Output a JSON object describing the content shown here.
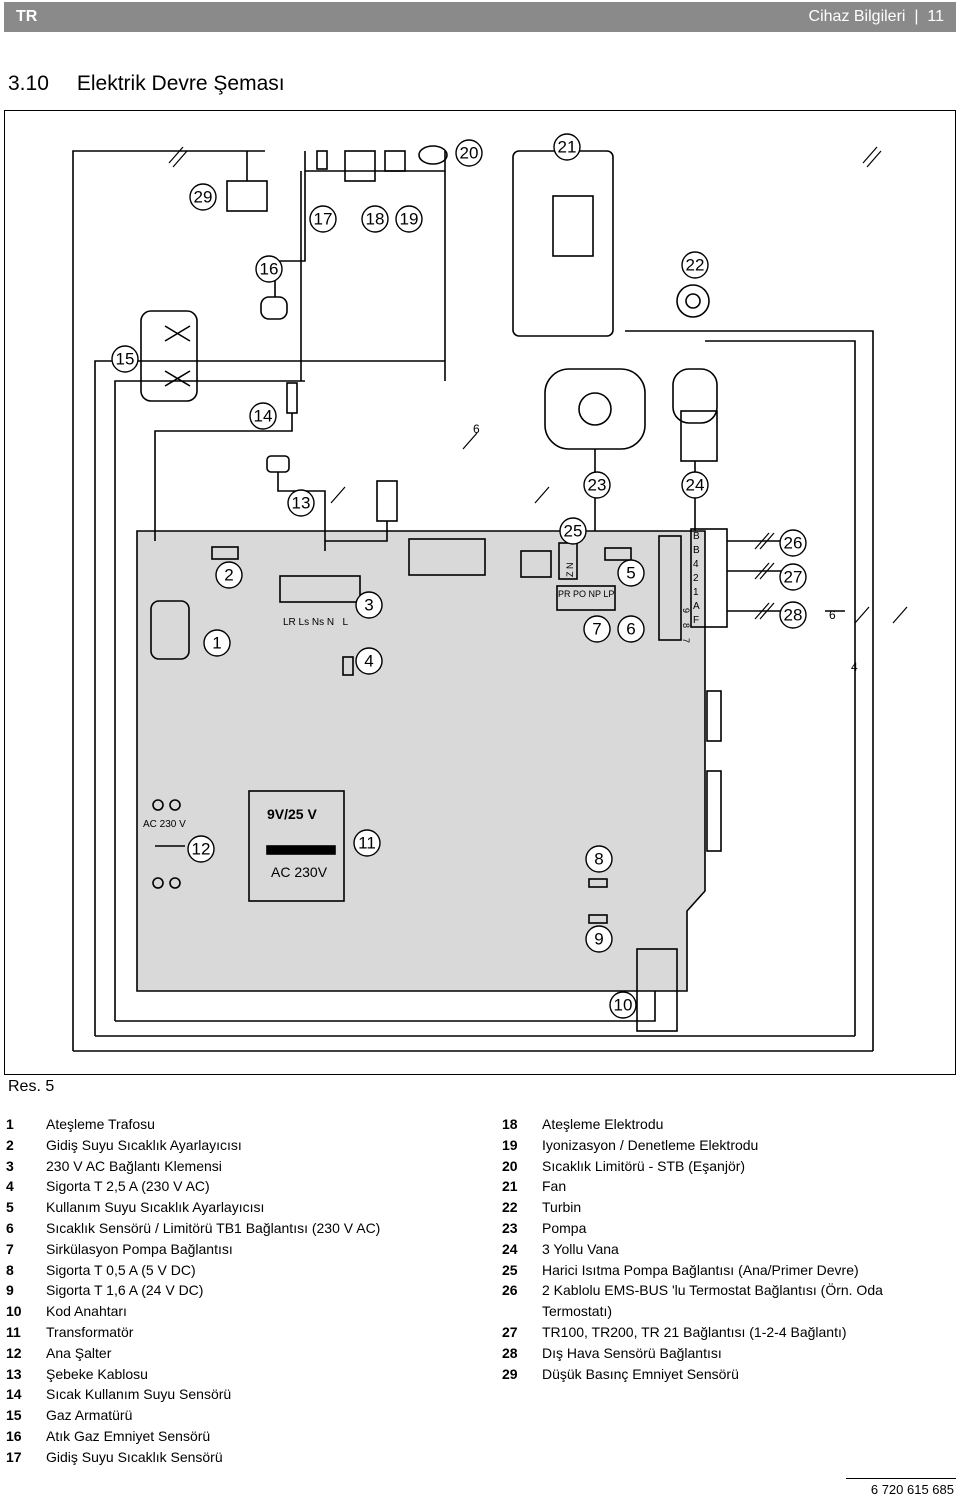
{
  "header": {
    "lang": "TR",
    "section_name": "Cihaz Bilgileri",
    "page_number": "11"
  },
  "section": {
    "number": "3.10",
    "title": "Elektrik Devre Şeması"
  },
  "figure_label": "Res. 5",
  "figure_code": "6 720 615 685",
  "diagram_labels": {
    "ac_230_v": "AC 230 V",
    "transformer_top": "9V/25 V",
    "transformer_bottom": "AC 230V",
    "terminal_block": "LR Ls Ns N   L",
    "pump_terminals": "PR PO NP LP",
    "nz_terminals": "Z N",
    "connector_letters": [
      "B",
      "B",
      "4",
      "2",
      "1",
      "A",
      "F"
    ],
    "connector_987": [
      "9",
      "8",
      "7"
    ],
    "wire_6a": "6",
    "wire_6b": "6",
    "wire_4": "4"
  },
  "callouts": [
    "1",
    "2",
    "3",
    "4",
    "5",
    "6",
    "7",
    "8",
    "9",
    "10",
    "11",
    "12",
    "13",
    "14",
    "15",
    "16",
    "17",
    "18",
    "19",
    "20",
    "21",
    "22",
    "23",
    "24",
    "25",
    "26",
    "27",
    "28",
    "29"
  ],
  "legend_left": [
    {
      "num": "1",
      "text": "Ateşleme Trafosu"
    },
    {
      "num": "2",
      "text": "Gidiş Suyu Sıcaklık Ayarlayıcısı"
    },
    {
      "num": "3",
      "text": "230 V AC Bağlantı Klemensi"
    },
    {
      "num": "4",
      "text": "Sigorta T 2,5 A (230 V AC)"
    },
    {
      "num": "5",
      "text": "Kullanım Suyu Sıcaklık Ayarlayıcısı"
    },
    {
      "num": "6",
      "text": "Sıcaklık Sensörü / Limitörü TB1 Bağlantısı (230 V AC)"
    },
    {
      "num": "7",
      "text": "Sirkülasyon Pompa Bağlantısı"
    },
    {
      "num": "8",
      "text": "Sigorta T 0,5 A (5 V DC)"
    },
    {
      "num": "9",
      "text": "Sigorta T 1,6 A (24 V DC)"
    },
    {
      "num": "10",
      "text": "Kod Anahtarı"
    },
    {
      "num": "11",
      "text": "Transformatör"
    },
    {
      "num": "12",
      "text": "Ana Şalter"
    },
    {
      "num": "13",
      "text": "Şebeke Kablosu"
    },
    {
      "num": "14",
      "text": "Sıcak Kullanım Suyu Sensörü"
    },
    {
      "num": "15",
      "text": "Gaz Armatürü"
    },
    {
      "num": "16",
      "text": "Atık Gaz Emniyet Sensörü"
    },
    {
      "num": "17",
      "text": "Gidiş Suyu Sıcaklık Sensörü"
    }
  ],
  "legend_right": [
    {
      "num": "18",
      "text": "Ateşleme Elektrodu"
    },
    {
      "num": "19",
      "text": "Iyonizasyon / Denetleme Elektrodu"
    },
    {
      "num": "20",
      "text": "Sıcaklık Limitörü - STB (Eşanjör)"
    },
    {
      "num": "21",
      "text": "Fan"
    },
    {
      "num": "22",
      "text": "Turbin"
    },
    {
      "num": "23",
      "text": "Pompa"
    },
    {
      "num": "24",
      "text": "3 Yollu Vana"
    },
    {
      "num": "25",
      "text": "Harici Isıtma Pompa Bağlantısı (Ana/Primer Devre)"
    },
    {
      "num": "26",
      "text": "2 Kablolu EMS-BUS 'lu Termostat Bağlantısı (Örn. Oda Termostatı)"
    },
    {
      "num": "27",
      "text": "TR100, TR200, TR 21 Bağlantısı (1-2-4 Bağlantı)"
    },
    {
      "num": "28",
      "text": "Dış Hava Sensörü Bağlantısı"
    },
    {
      "num": "29",
      "text": "Düşük Basınç Emniyet Sensörü"
    }
  ],
  "colors": {
    "header_bg": "#8a8a8a",
    "board_fill": "#d9d9d9",
    "line": "#000000"
  }
}
